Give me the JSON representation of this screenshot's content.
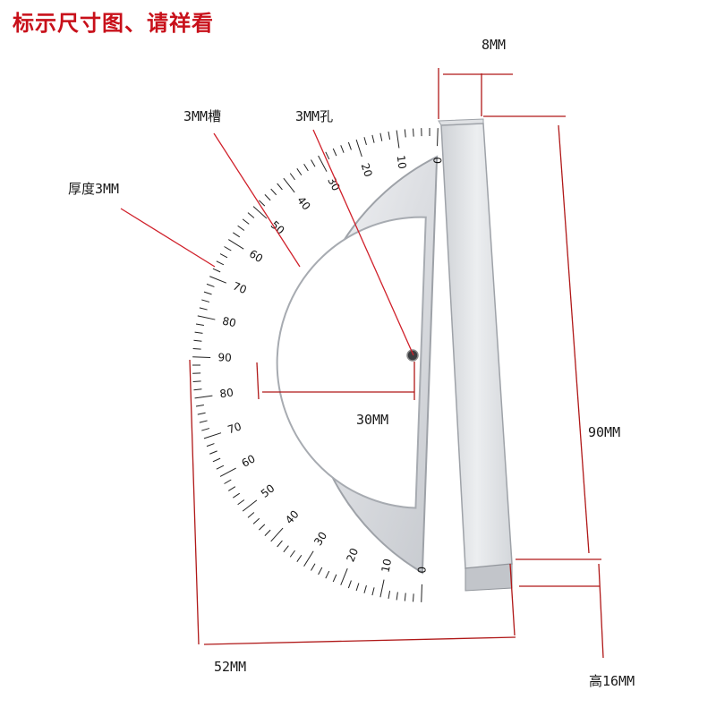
{
  "title": "标示尺寸图、请祥看",
  "annotations": {
    "width_top": "8MM",
    "slot": "3MM槽",
    "hole": "3MM孔",
    "thickness": "厚度3MM",
    "radius": "30MM",
    "length": "90MM",
    "width_bottom": "52MM",
    "height": "高16MM"
  },
  "protractor": {
    "scale_labels": [
      0,
      10,
      20,
      30,
      40,
      50,
      60,
      70,
      80,
      90,
      80,
      70,
      60,
      50,
      40,
      30,
      20,
      10,
      0
    ]
  },
  "colors": {
    "title": "#c8101a",
    "leader": "#d0202a",
    "dimension": "#b01818",
    "label": "#1a1a1a"
  }
}
